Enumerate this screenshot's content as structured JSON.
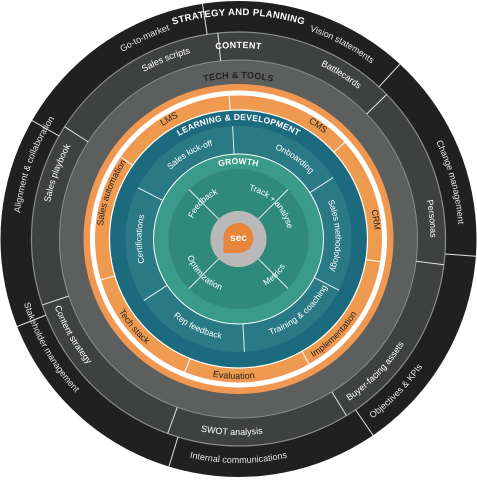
{
  "colors": {
    "background": "#ffffff",
    "ring_outer": "#1f201f",
    "ring_content": "#3f4140",
    "ring_tech_band": "#f09851",
    "ring_tech_title": "#f5a260",
    "ring_tech_body": "#ee9a4f",
    "ring_learning_band": "#1c6a7e",
    "ring_learning_body": "#2a7a86",
    "ring_growth": "#2f8a7c",
    "ring_growth_title": "#3a9b8a",
    "core": "#b8b9b8",
    "logo_orange": "#e7853a",
    "divider": "#ffffff",
    "text_light": "#ffffff",
    "text_muted": "#e6e6e6",
    "text_dark": "#1f201f"
  },
  "logo": {
    "text": "sec",
    "icon": "speech-bubble-icon"
  },
  "rings": {
    "strategy": {
      "title": "STRATEGY AND PLANNING",
      "items": [
        "Vision statements",
        "Change management",
        "Objectives & KPIs",
        "Internal communications",
        "Stakeholder management",
        "Alignment & collaboration",
        "Go-to-market"
      ]
    },
    "content": {
      "title": "CONTENT",
      "items": [
        "Battlecards",
        "Personas",
        "Buyer-facing assets",
        "SWOT analysis",
        "Content strategy",
        "Sales playbook",
        "Sales scripts"
      ]
    },
    "tech": {
      "title": "TECH & TOOLS",
      "items": [
        "CMS",
        "CRM",
        "Implementation",
        "Evaluation",
        "Tech stack",
        "Sales automation",
        "LMS"
      ]
    },
    "learning": {
      "title": "LEARNING & DEVELOPMENT",
      "items": [
        "Onboarding",
        "Sales methodology",
        "Training & coaching",
        "Rep feedback",
        "Certifications",
        "Sales kick-off"
      ]
    },
    "growth": {
      "title": "GROWTH",
      "items": [
        "Track + analyse",
        "Metrics",
        "Optimization",
        "Feedback"
      ]
    }
  }
}
